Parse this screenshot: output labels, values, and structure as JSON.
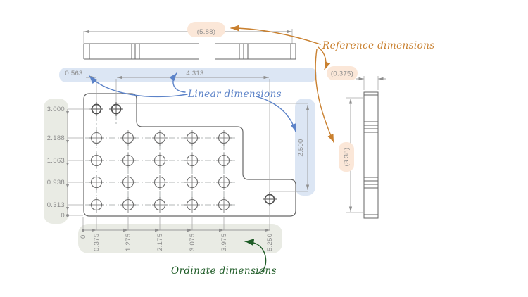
{
  "annotations": {
    "reference": {
      "label": "Reference dimensions",
      "color": "#c9802f"
    },
    "linear": {
      "label": "Linear dimensions",
      "color": "#5b82c8"
    },
    "ordinate": {
      "label": "Ordinate dimensions",
      "color": "#1e5b26"
    }
  },
  "top_view": {
    "width_ref": "(5.88)"
  },
  "side_view": {
    "thickness_ref": "(0.375)",
    "height_ref": "(3.38)"
  },
  "front_view": {
    "linear_dims": {
      "top_hole_spacing": "0.563",
      "top_hole_span": "4.313",
      "vertical_hole_span": "2.500"
    },
    "ordinate_left": [
      "3.000",
      "2.188",
      "1.563",
      "0.938",
      "0.313",
      "0"
    ],
    "ordinate_bottom": [
      "0",
      "0.375",
      "1.275",
      "2.175",
      "3.075",
      "3.975",
      "5.250"
    ]
  },
  "colors": {
    "reference_bg": "#fbe7d8",
    "linear_bg": "#dce6f4",
    "ordinate_bg": "#e9ebe4",
    "drawing_line": "#666666",
    "dimension_line": "#9b9b9b",
    "dimension_text": "#8c8c8c"
  }
}
